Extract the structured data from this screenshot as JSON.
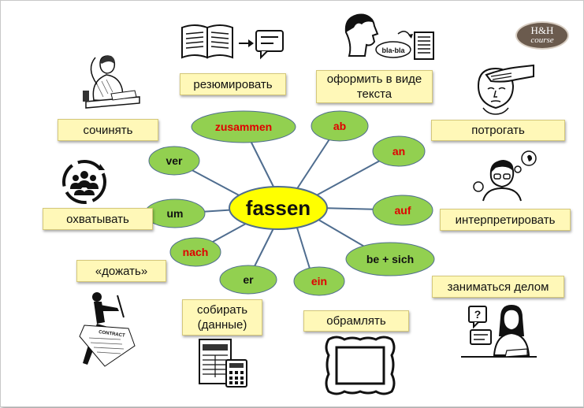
{
  "logo": {
    "line1": "H&H",
    "line2": "course"
  },
  "center": {
    "label": "fassen"
  },
  "prefixes": [
    {
      "label": "zusammen",
      "color": "#e00000"
    },
    {
      "label": "ab",
      "color": "#e00000"
    },
    {
      "label": "an",
      "color": "#e00000"
    },
    {
      "label": "auf",
      "color": "#e00000"
    },
    {
      "label": "be + sich",
      "color": "#111111"
    },
    {
      "label": "ein",
      "color": "#e00000"
    },
    {
      "label": "er",
      "color": "#111111"
    },
    {
      "label": "nach",
      "color": "#e00000"
    },
    {
      "label": "um",
      "color": "#111111"
    },
    {
      "label": "ver",
      "color": "#111111"
    }
  ],
  "translations": {
    "rezyumirovat": "резюмировать",
    "oformit": "оформить в виде текста",
    "sochinyat": "сочинять",
    "potrogat": "потрогать",
    "okhvatyvat": "охватывать",
    "interpretirovat": "интерпретировать",
    "dozhat": "«дожать»",
    "zanimatsya": "заниматься делом",
    "sobirat": "собирать (данные)",
    "obramlyat": "обрамлять"
  },
  "illustrations": {
    "speech_text": "bla-bla",
    "contract_text": "CONTRACT"
  },
  "colors": {
    "center_fill": "#ffff00",
    "node_fill": "#92d050",
    "connector": "#4f6d8f",
    "label_fill": "#fff8b8"
  }
}
